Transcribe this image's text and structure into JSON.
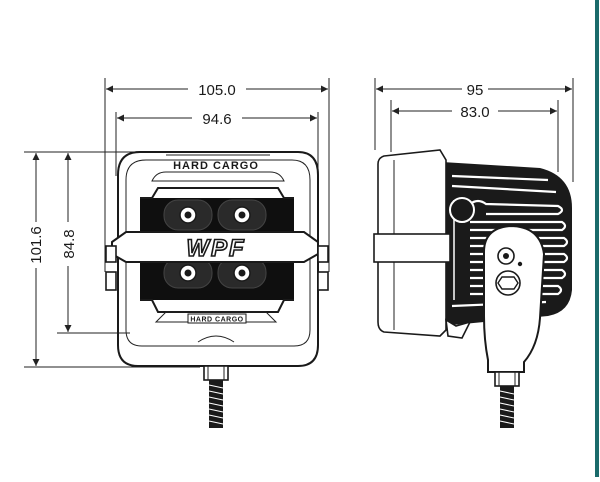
{
  "dimensions": {
    "front_width_outer": "105.0",
    "front_width_inner": "94.6",
    "front_height_outer": "101.6",
    "front_height_inner": "84.8",
    "side_depth_outer": "95",
    "side_depth_inner": "83.0"
  },
  "labels": {
    "top_brand": "HARD CARGO",
    "center_logo": "WPF",
    "bottom_brand": "HARD CARGO"
  },
  "colors": {
    "ink": "#1a1a1a",
    "accent_border": "#1a6b6b"
  }
}
